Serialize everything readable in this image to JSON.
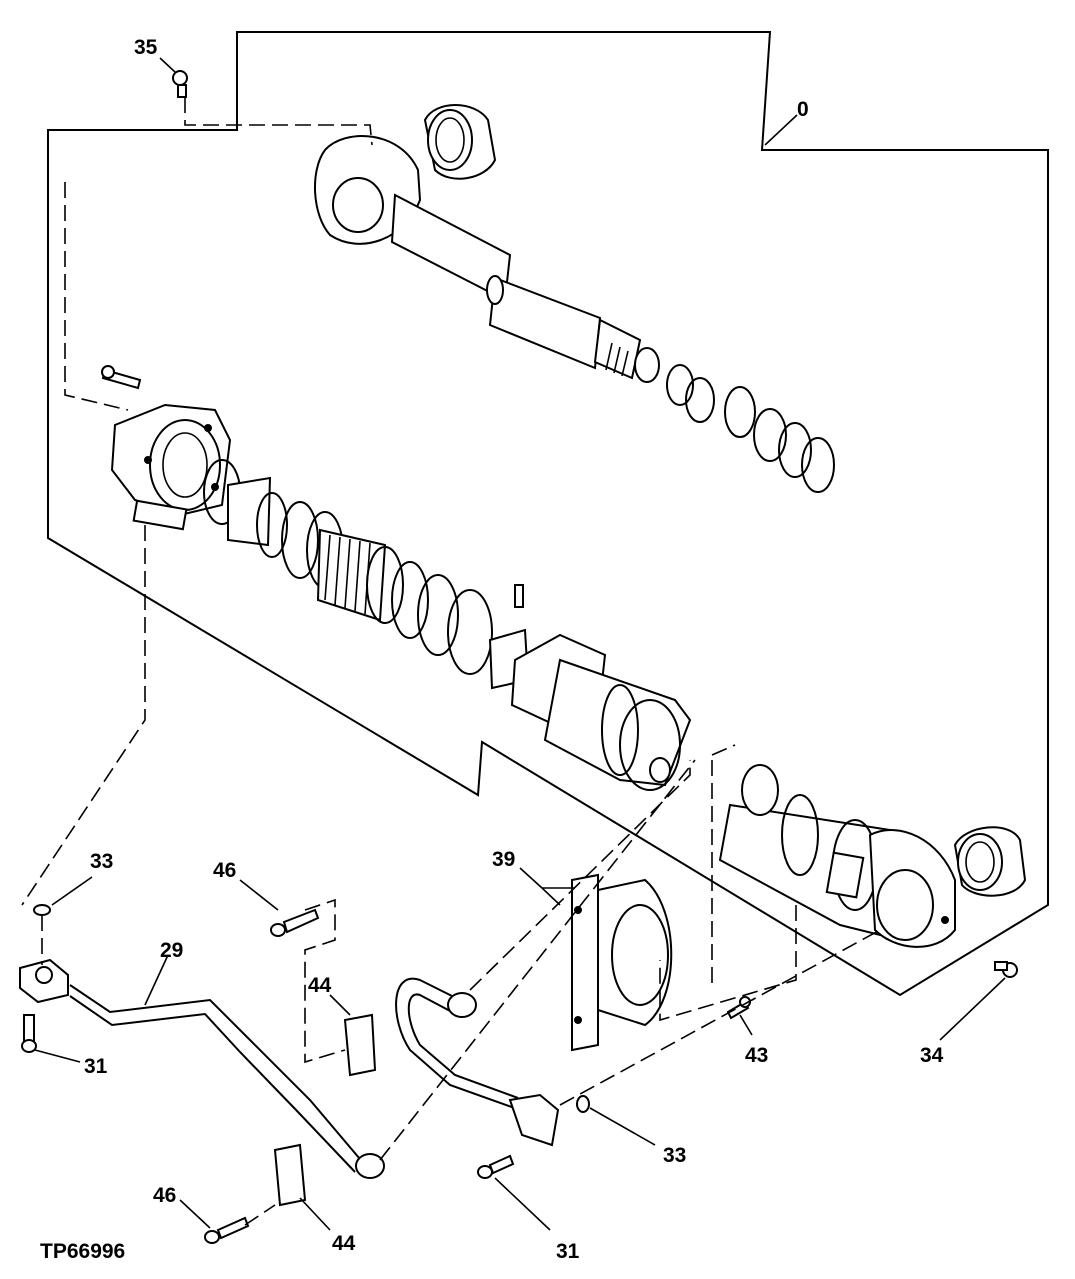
{
  "figure_code": "TP66996",
  "callouts": {
    "c0": "0",
    "c35": "35",
    "c33a": "33",
    "c46a": "46",
    "c29": "29",
    "c39": "39",
    "c44a": "44",
    "c31a": "31",
    "c43": "43",
    "c34": "34",
    "c33b": "33",
    "c46b": "46",
    "c44b": "44",
    "c31b": "31"
  }
}
